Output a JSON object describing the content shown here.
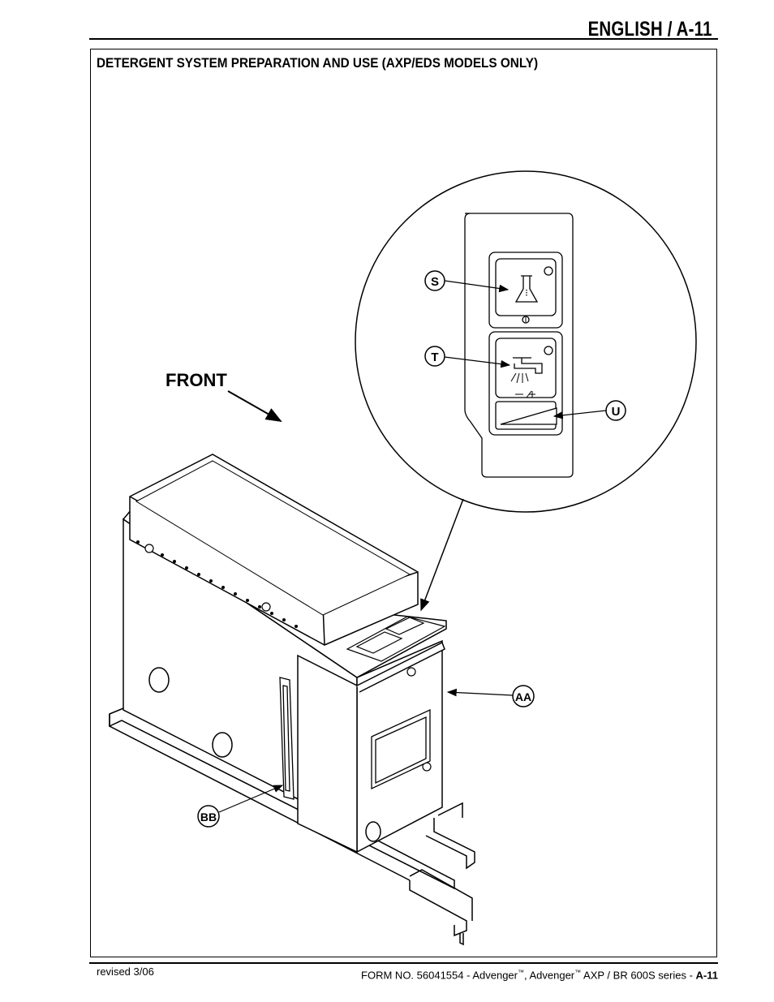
{
  "header": {
    "title": "ENGLISH / A-11"
  },
  "section": {
    "title": "DETERGENT SYSTEM PREPARATION AND USE (AXP/EDS MODELS ONLY)"
  },
  "figure": {
    "front_label": "FRONT",
    "callouts": {
      "s": "S",
      "t": "T",
      "u": "U",
      "aa": "AA",
      "bb": "BB"
    },
    "icons": [
      "detergent-flask-icon",
      "water-faucet-icon",
      "level-wedge-icon"
    ]
  },
  "footer": {
    "revised": "revised 3/06",
    "form_prefix": "FORM NO. 56041554 - Advenger",
    "tm1": "™",
    "form_mid": ", Advenger",
    "tm2": "™",
    "form_suffix": " AXP / BR 600S series - ",
    "page": "A-11"
  }
}
